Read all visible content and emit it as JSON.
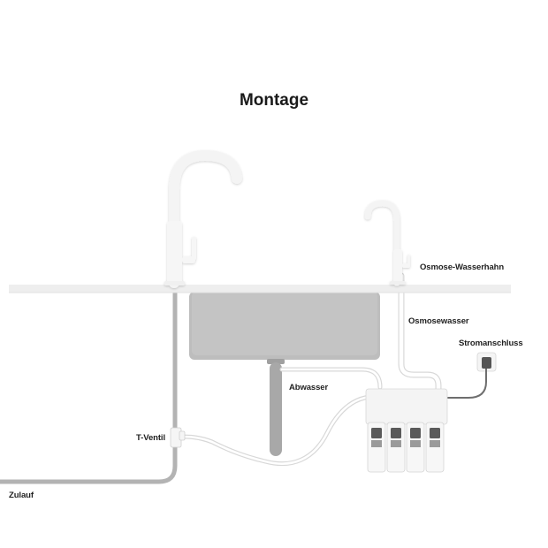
{
  "title": "Montage",
  "labels": {
    "faucet": "Osmose-Wasserhahn",
    "osmosis_water": "Osmosewasser",
    "power": "Stromanschluss",
    "waste": "Abwasser",
    "tvalve": "T-Ventil",
    "inlet": "Zulauf"
  },
  "colors": {
    "counter": "#eeeeee",
    "sink": "#bdbdbd",
    "drain": "#a8a8a8",
    "pipe_gray": "#b3b3b3",
    "tube_white": "#ffffff",
    "tube_outline": "#dcdcdc",
    "cable": "#6e6e6e",
    "filter_unit": "#f2f2f2",
    "cartridge_label": "#5a5a5a"
  }
}
